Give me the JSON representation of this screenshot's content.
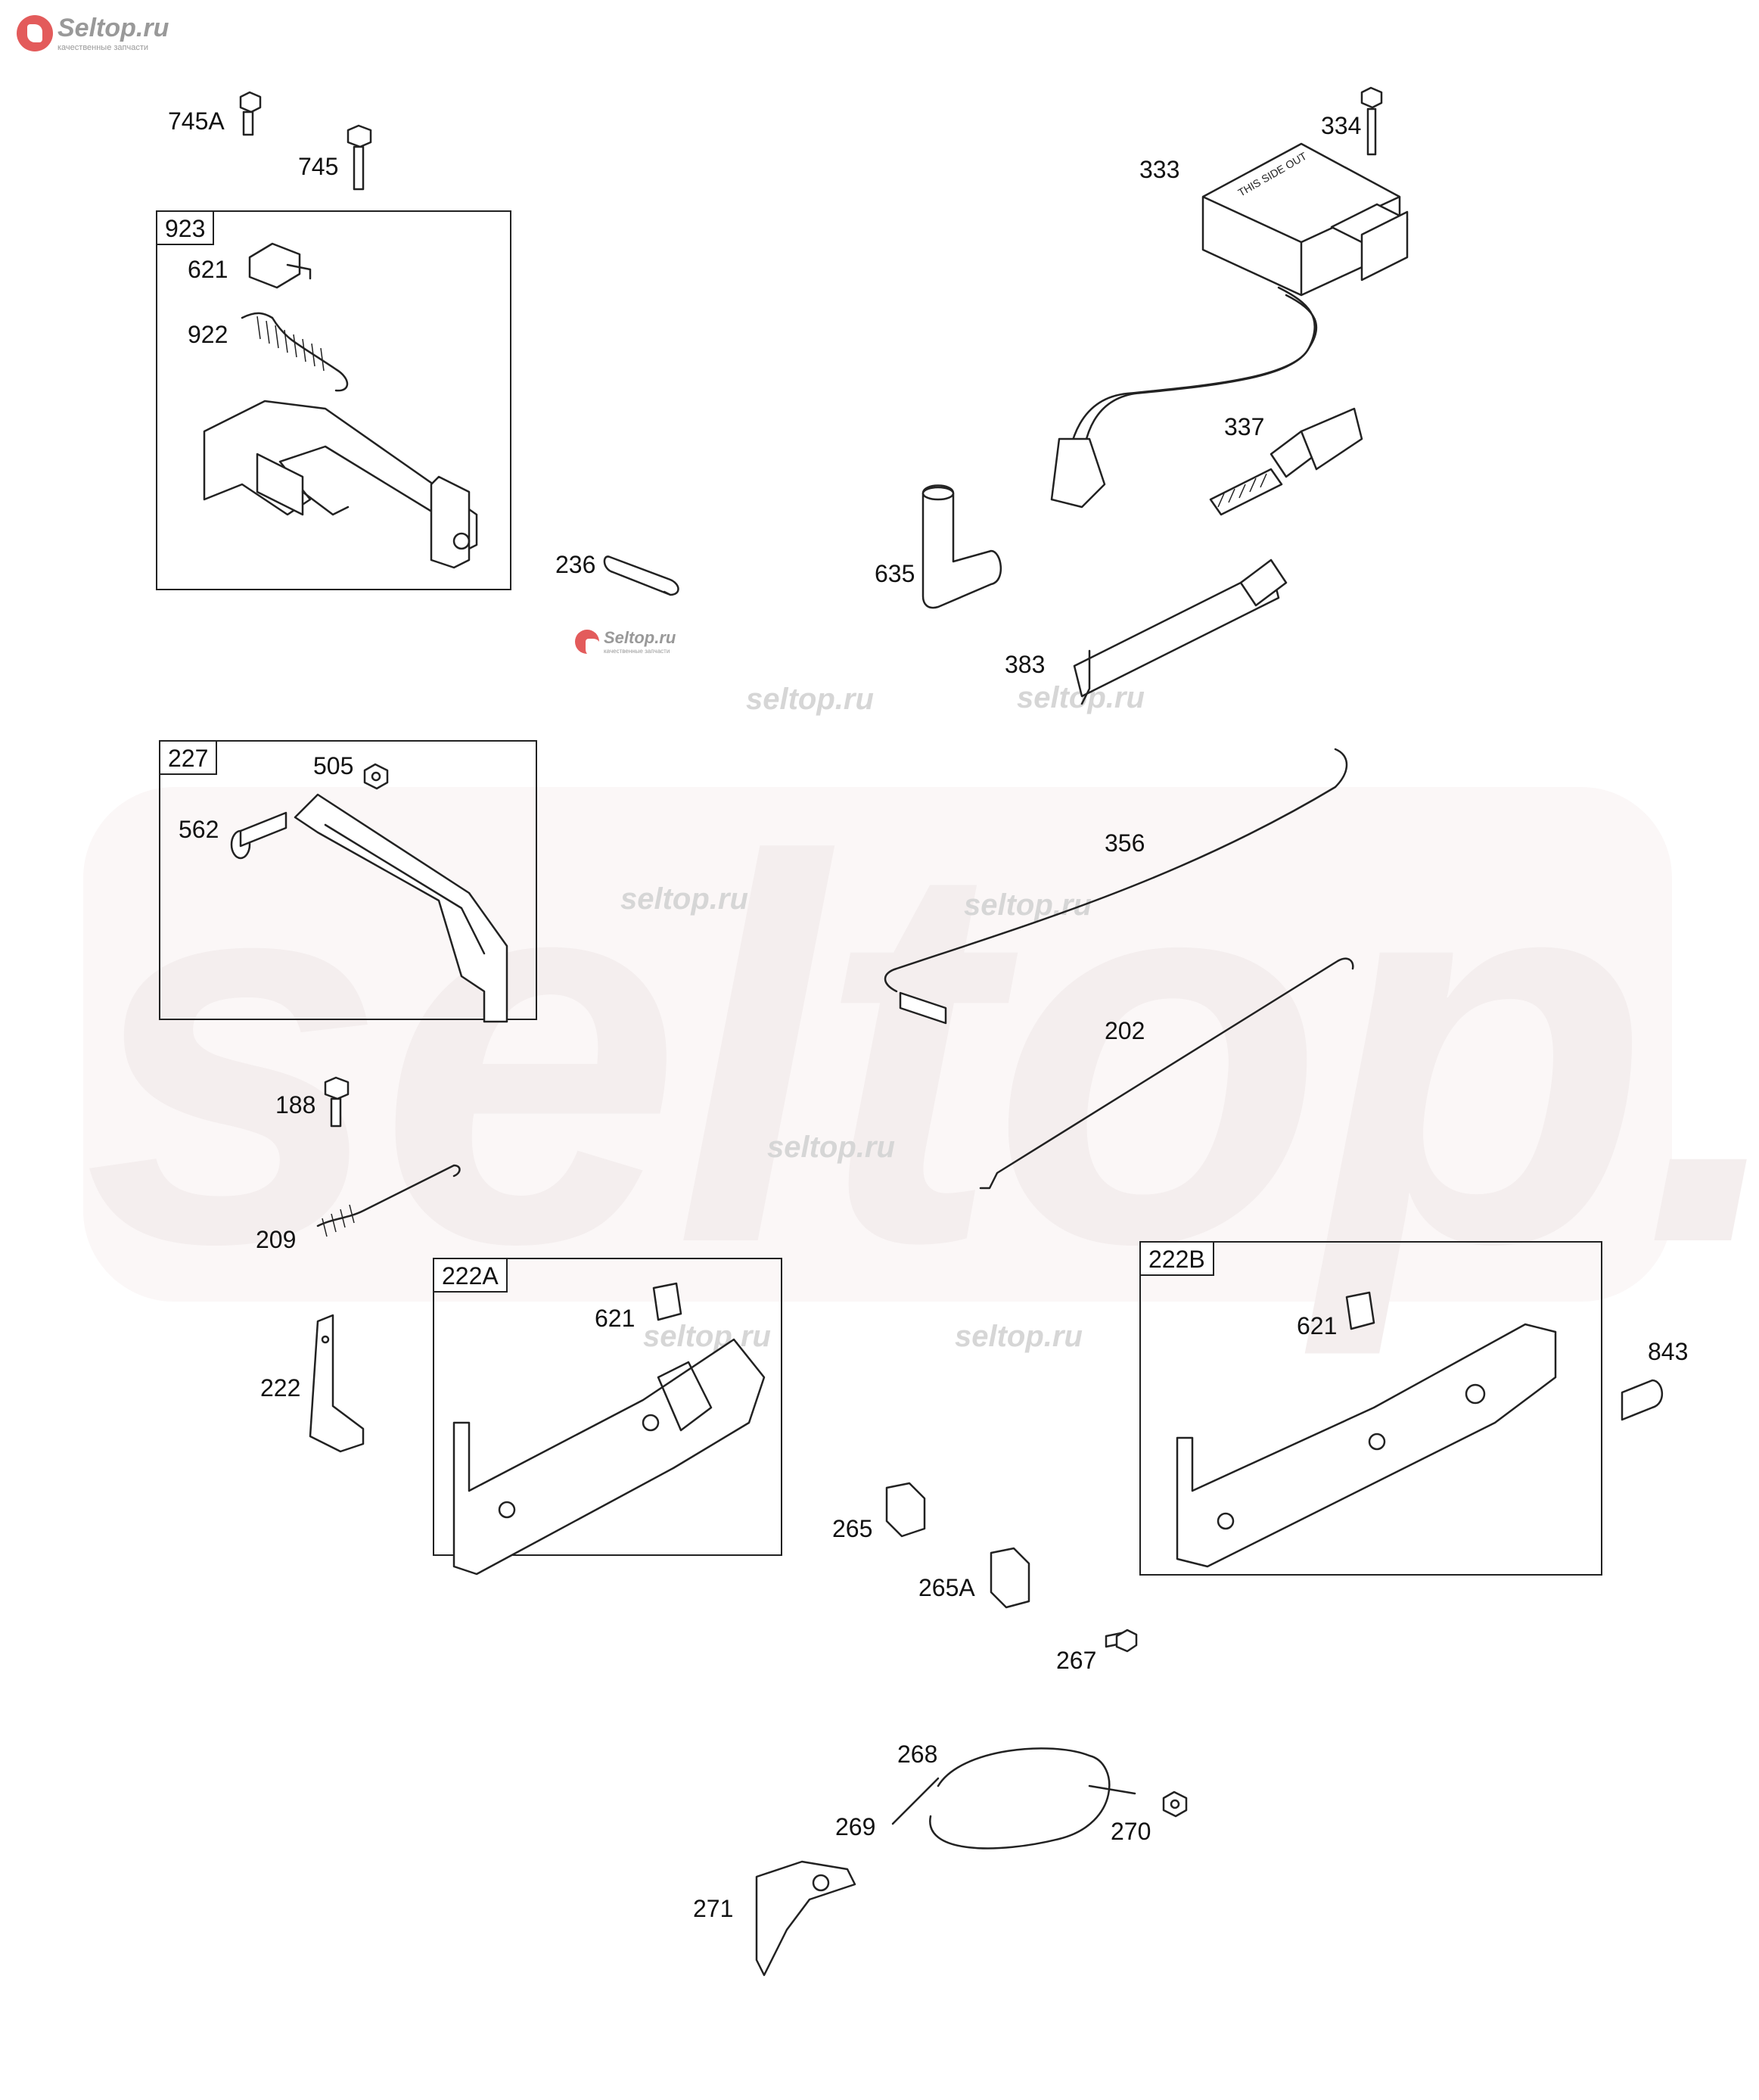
{
  "watermark": {
    "main": "seltop.ru",
    "logo_text": "Seltop.ru",
    "logo_sub": "качественные запчасти",
    "repeats": [
      "seltop.ru",
      "seltop.ru",
      "seltop.ru",
      "seltop.ru",
      "seltop.ru",
      "seltop.ru",
      "seltop.ru"
    ]
  },
  "boxes": {
    "b923": "923",
    "b227": "227",
    "b222A": "222A",
    "b222B": "222B"
  },
  "parts": {
    "p745A": "745A",
    "p745": "745",
    "p621a": "621",
    "p922": "922",
    "p236": "236",
    "p333": "333",
    "p334": "334",
    "p337": "337",
    "p635": "635",
    "p383": "383",
    "p505": "505",
    "p562": "562",
    "p356": "356",
    "p202": "202",
    "p188": "188",
    "p209": "209",
    "p222": "222",
    "p621b": "621",
    "p621c": "621",
    "p843": "843",
    "p265": "265",
    "p265A": "265A",
    "p267": "267",
    "p268": "268",
    "p269": "269",
    "p270": "270",
    "p271": "271"
  },
  "coil_label": "THIS SIDE OUT",
  "colors": {
    "watermark": "#f4eeee",
    "logo": "#e35b5b",
    "line": "#222222"
  },
  "icons": [
    "logo-icon"
  ]
}
